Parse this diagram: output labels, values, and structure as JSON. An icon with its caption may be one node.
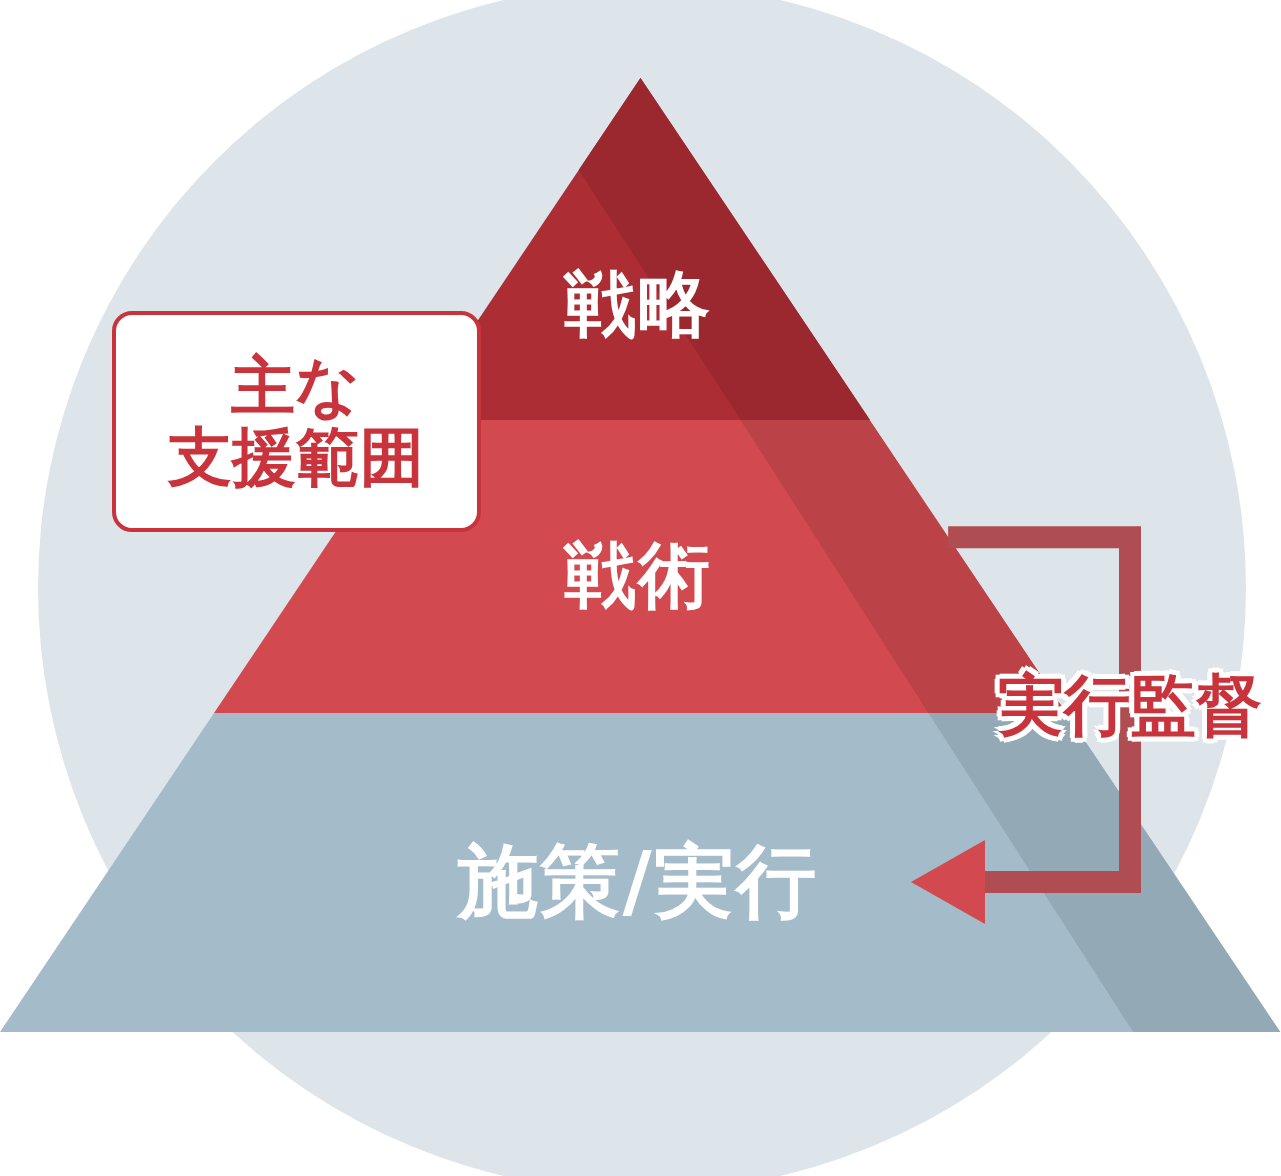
{
  "diagram": {
    "nodes": [
      {
        "text": [
          "戦略"
        ]
      },
      {
        "text": [
          "戦術"
        ]
      },
      {
        "text": [
          "施策/実行"
        ]
      },
      {
        "text": [
          "主な支援範囲"
        ]
      }
    ],
    "edges": [
      {
        "from": 1,
        "to": 2,
        "arrow": "to",
        "label": "実行監督"
      }
    ]
  }
}
